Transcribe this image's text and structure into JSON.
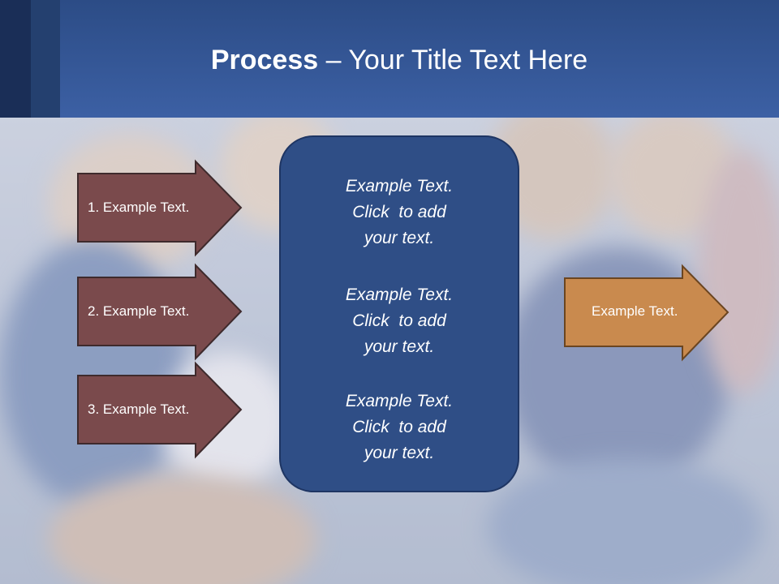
{
  "title": {
    "bold": "Process",
    "rest": " – Your Title Text Here"
  },
  "left_arrows": [
    {
      "label": "1. Example Text."
    },
    {
      "label": "2. Example Text."
    },
    {
      "label": "3. Example Text."
    }
  ],
  "center_box": {
    "items": [
      {
        "lines": [
          "Example Text.",
          "Click  to add",
          "your text."
        ]
      },
      {
        "lines": [
          "Example Text.",
          "Click  to add",
          "your text."
        ]
      },
      {
        "lines": [
          "Example Text.",
          "Click  to add",
          "your text."
        ]
      }
    ]
  },
  "right_arrow": {
    "label": "Example Text."
  },
  "colors": {
    "header": "#3c60a4",
    "left_arrow_fill": "#7a4a4c",
    "right_arrow_fill": "#c98a4e",
    "center_fill": "#2f4e86"
  }
}
